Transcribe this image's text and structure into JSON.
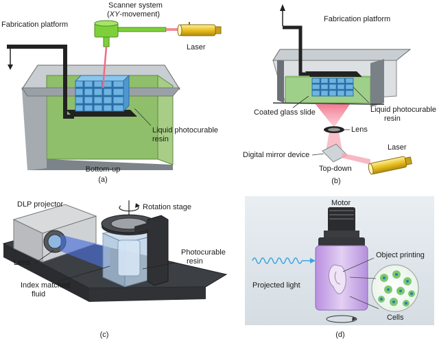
{
  "panel_a": {
    "caption": "(a)",
    "scanner_line1": "Scanner system",
    "scanner_line2_italic": "XY",
    "scanner_line2_rest": "-movement)",
    "scanner_line2_open": "(",
    "fabrication_platform": "Fabrication platform",
    "laser": "Laser",
    "resin_line1": "Liquid photocurable",
    "resin_line2": "resin",
    "mode": "Bottom-up"
  },
  "panel_b": {
    "caption": "(b)",
    "fabrication_platform": "Fabrication platform",
    "coated_glass": "Coated glass slide",
    "resin_line1": "Liquid photocurable",
    "resin_line2": "resin",
    "lens": "Lens",
    "laser": "Laser",
    "mirror": "Digital mirror device",
    "mode": "Top-down"
  },
  "panel_c": {
    "caption": "(c)",
    "dlp": "DLP projector",
    "rotation": "Rotation stage",
    "resin_line1": "Photocurable",
    "resin_line2": "resin",
    "lens": "Lens",
    "fluid_line1": "Index matched",
    "fluid_line2": "fluid"
  },
  "panel_d": {
    "caption": "(d)",
    "motor": "Motor",
    "object": "Object printing",
    "light": "Projected light",
    "cells": "Cells"
  },
  "colors": {
    "resin_green": "#8fbf6a",
    "laser_yellow": "#e8c020",
    "scanner_green": "#7ed03a",
    "beam_pink": "#f08c9a",
    "vial_purple": "#c9a6e6",
    "blue_lattice": "#3a8ac8"
  }
}
